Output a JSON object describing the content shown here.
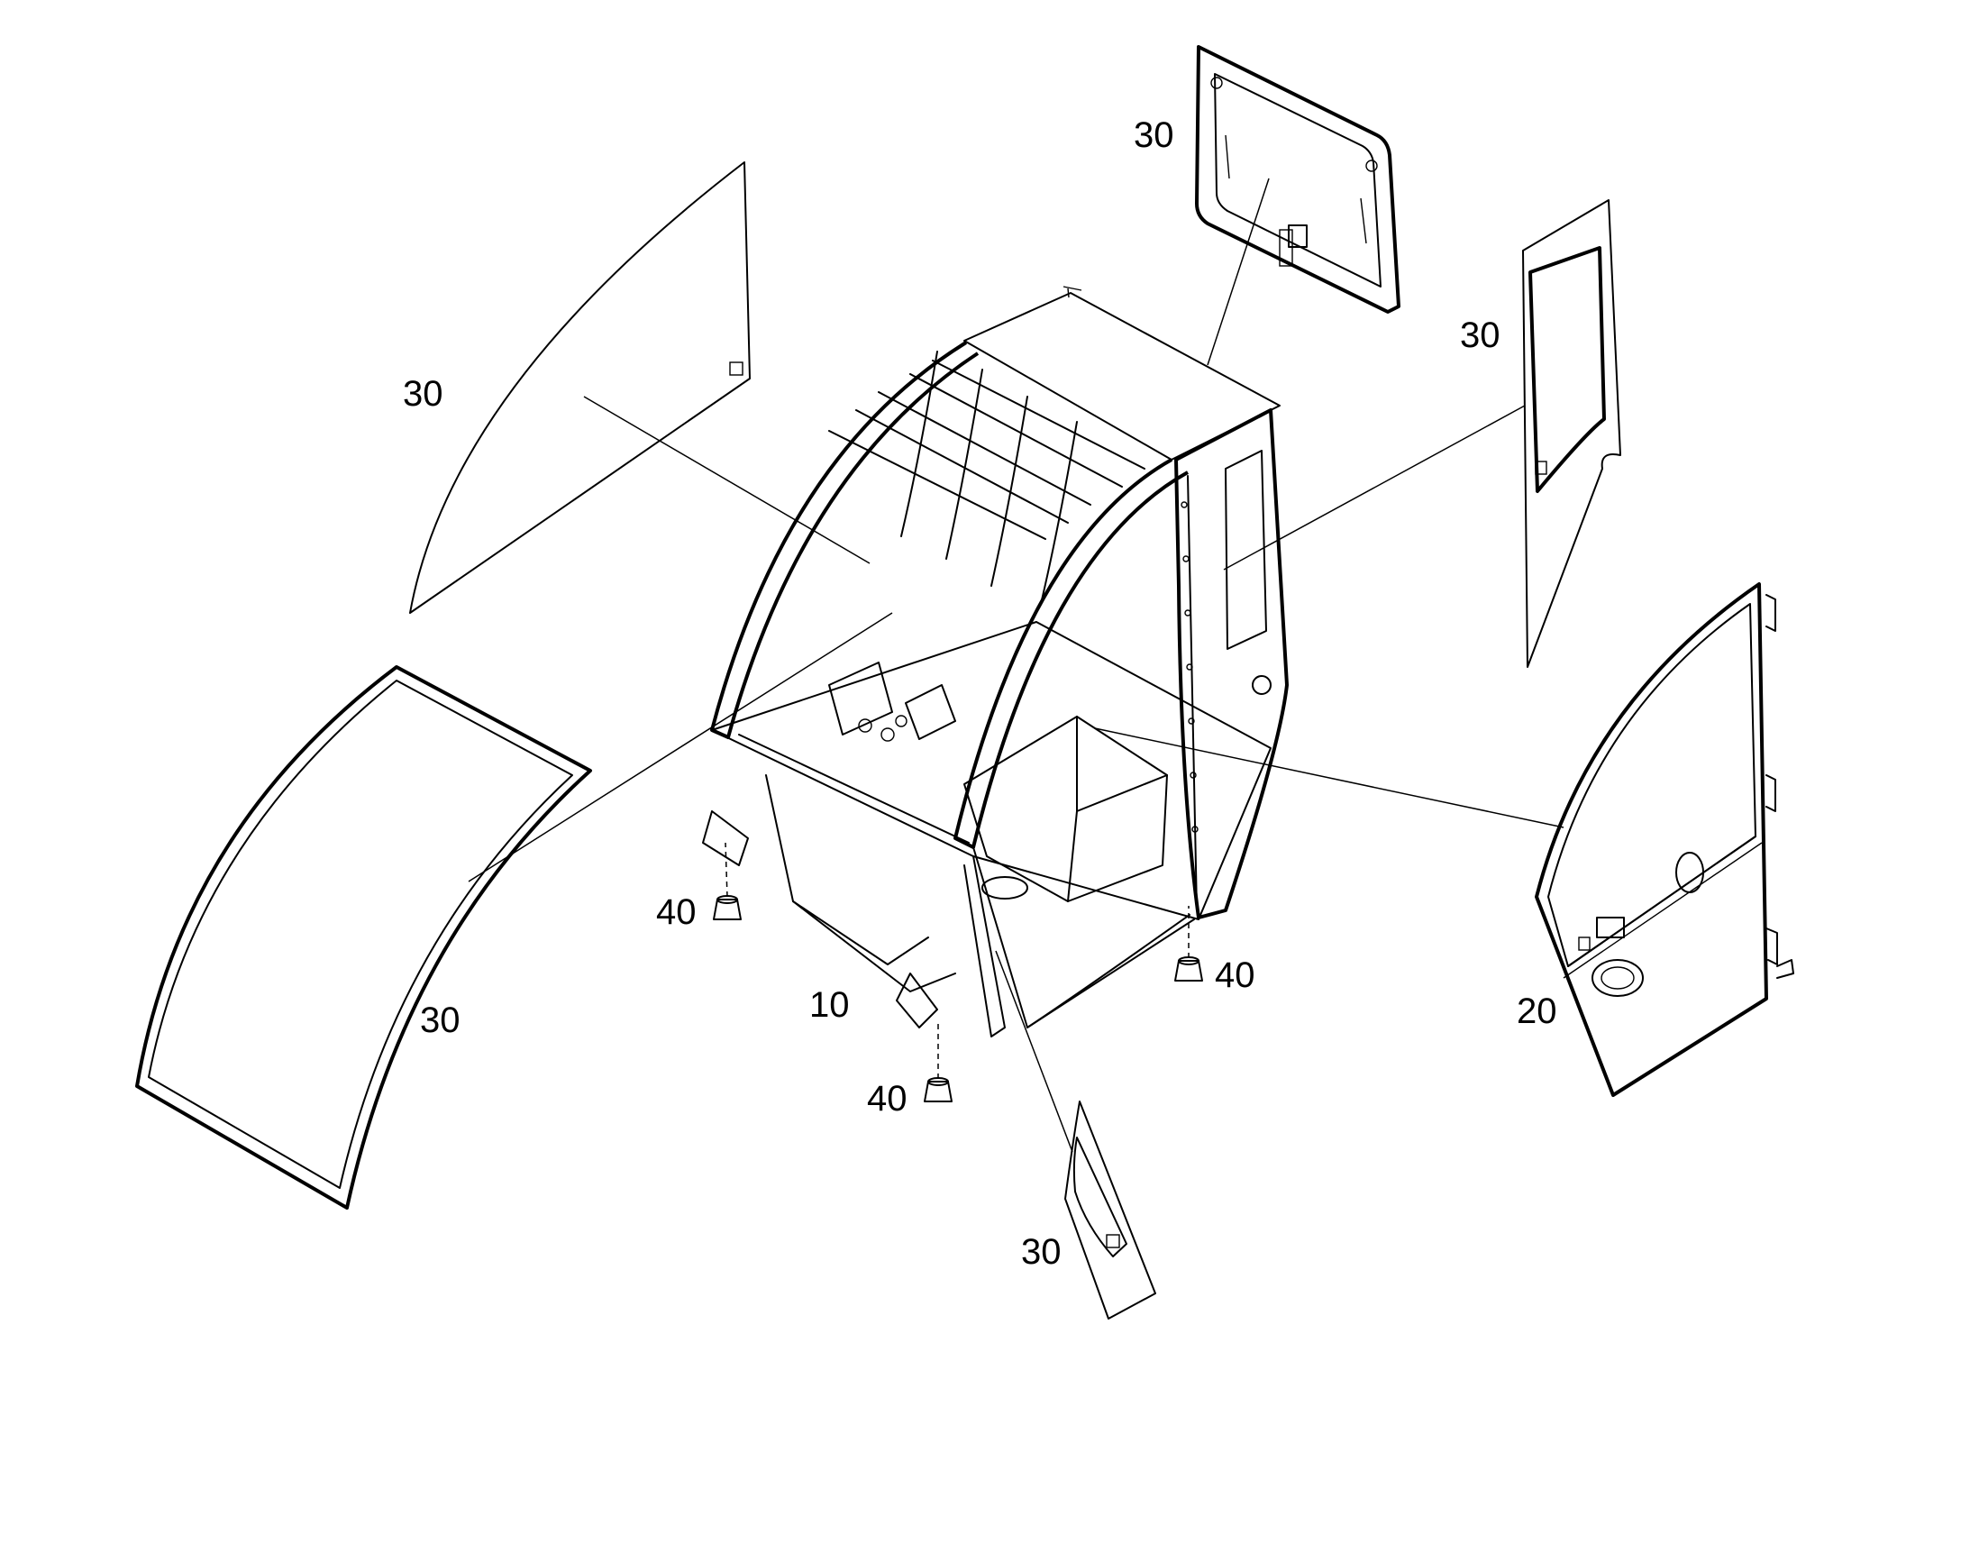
{
  "callouts": {
    "cab_frame": "10",
    "door": "20",
    "glass": "30",
    "mount": "40"
  },
  "colors": {
    "line": "#000000",
    "background": "#ffffff"
  }
}
